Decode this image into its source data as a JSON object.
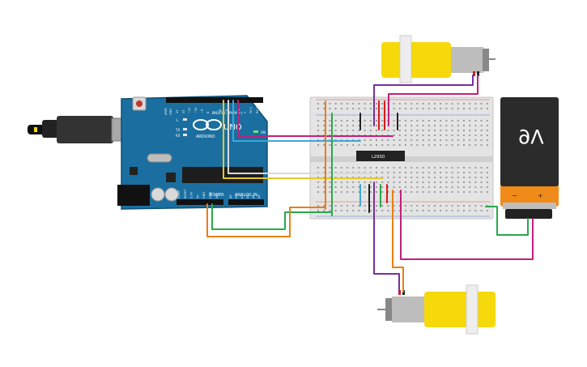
{
  "arduino": {
    "brand": "ARDUINO",
    "model": "UNO",
    "digital_header": "DIGITAL (PWM~)",
    "power_label": "POWER",
    "analog_label": "ANALOG IN",
    "on_label": "ON",
    "tx_label": "TX",
    "rx_label": "RX",
    "l_label": "L",
    "aref_label": "AREF",
    "gnd_label": "GND",
    "digital_pins": [
      "13",
      "12",
      "~11",
      "~10",
      "~9",
      "8",
      "7",
      "~6",
      "~5",
      "4",
      "~3",
      "2",
      "TX 1",
      "RX 0"
    ],
    "power_pins": [
      "IOREF",
      "RESET",
      "3.3V",
      "5V",
      "GND",
      "GND",
      "Vin"
    ],
    "analog_pins": [
      "A0",
      "A1",
      "A2",
      "A3",
      "A4",
      "A5"
    ]
  },
  "driver_chip": {
    "label": "L293D"
  },
  "battery": {
    "label": "9V",
    "minus": "−",
    "plus": "+"
  },
  "colors": {
    "board": "#1a6fa0",
    "breadboard": "#e4e4e4",
    "battery_body": "#f08a19",
    "battery_top": "#2b2b2b",
    "motor_yellow": "#f5d90a",
    "wire_red": "#d81b1b",
    "wire_black": "#222222",
    "wire_purple": "#7a2ea0",
    "wire_magenta": "#c2207a",
    "wire_green": "#2aa84a",
    "wire_orange": "#e87f14",
    "wire_yellow": "#e6c82a",
    "wire_white": "#d9d9d9",
    "wire_blue": "#3aa8d8"
  }
}
